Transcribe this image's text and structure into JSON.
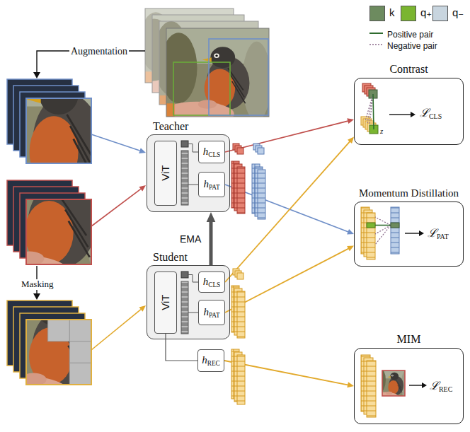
{
  "diagram": {
    "nodes": [
      {
        "text": [
          "Teacher"
        ]
      },
      {
        "text": [
          "ViT"
        ],
        "in": 0
      },
      {
        "text": [
          "hCLS"
        ],
        "in": 0
      },
      {
        "text": [
          "hPAT"
        ],
        "in": 0
      },
      {
        "text": [
          "Student"
        ]
      },
      {
        "text": [
          "ViT"
        ],
        "in": 4
      },
      {
        "text": [
          "hCLS"
        ],
        "in": 4
      },
      {
        "text": [
          "hPAT"
        ],
        "in": 4
      },
      {
        "text": [
          "hREC"
        ]
      },
      {
        "text": [
          "Contrast",
          "ℒCLS"
        ]
      },
      {
        "text": [
          "Momentum Distillation",
          "ℒPAT"
        ]
      },
      {
        "text": [
          "MIM",
          "ℒREC"
        ]
      }
    ],
    "edges": [
      {
        "from": 2,
        "to": 9,
        "arrow": "to"
      },
      {
        "from": 3,
        "to": 10,
        "arrow": "to"
      },
      {
        "from": 6,
        "to": 9,
        "arrow": "to"
      },
      {
        "from": 7,
        "to": 10,
        "arrow": "to"
      },
      {
        "from": 8,
        "to": 11,
        "arrow": "to"
      },
      {
        "from": 4,
        "to": 0,
        "label": "EMA",
        "arrow": "to"
      },
      {
        "from": 5,
        "to": 8,
        "arrow": "none"
      }
    ],
    "labels": [
      "Augmentation",
      "Masking",
      "z"
    ],
    "legend": [
      {
        "text": "k",
        "color": "#6d8b5f"
      },
      {
        "text": "q₊",
        "color": "#7ab530"
      },
      {
        "text": "q₋",
        "color": "#c8d5df"
      },
      {
        "text": "Positive pair"
      },
      {
        "text": "Negative pair"
      }
    ]
  }
}
